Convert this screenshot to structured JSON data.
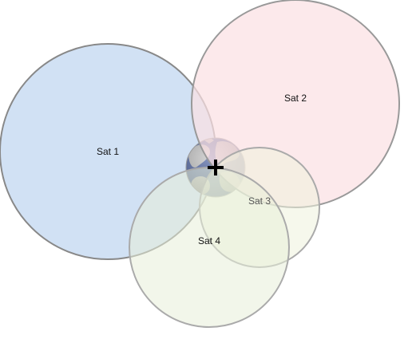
{
  "diagram": {
    "satellites": [
      {
        "id": "sat-1",
        "label": "Sat 1",
        "fill": "#c9dcf2",
        "stroke": "#888888"
      },
      {
        "id": "sat-2",
        "label": "Sat 2",
        "fill": "#fbe1e3",
        "stroke": "#999999"
      },
      {
        "id": "sat-3",
        "label": "Sat 3",
        "fill": "#eef2dc",
        "stroke": "#aaaaaa"
      },
      {
        "id": "sat-4",
        "label": "Sat 4",
        "fill": "#e8efd8",
        "stroke": "#aaaaaa"
      }
    ],
    "earth": {
      "icon": "earth-globe-icon",
      "ocean_color": "#5a6ea8",
      "land_color": "#c7c7c7"
    },
    "position_marker": {
      "icon": "crosshair-icon",
      "color": "#000000"
    }
  }
}
